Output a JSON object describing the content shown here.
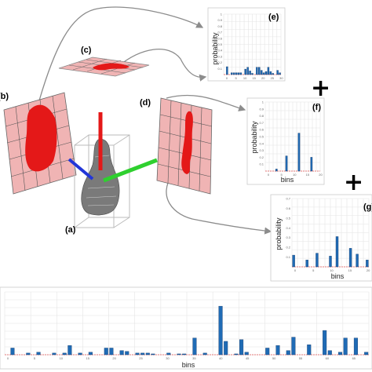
{
  "labels": {
    "a": "(a)",
    "b": "(b)",
    "c": "(c)",
    "d": "(d)",
    "e": "(e)",
    "f": "(f)",
    "g": "(g)"
  },
  "operators": [
    "+",
    "+"
  ],
  "colors": {
    "projection_plane": "#f0b4b4",
    "projection_grid": "#555555",
    "point_cloud": "#e41818",
    "axis_red": "#e41818",
    "axis_green": "#2fd02f",
    "axis_blue": "#2236d8",
    "bar_fill": "#1f6bb5",
    "bar_edge": "#1a3f70",
    "arrow": "#8c8c8c",
    "grid": "#e4e4e4"
  },
  "histograms": {
    "e": {
      "ylabel": "probability",
      "xticks": [
        "0",
        "5",
        "10",
        "15",
        "20",
        "25",
        "30"
      ],
      "yticks": [
        "0.1",
        "0.2",
        "0.3",
        "0.4",
        "0.5",
        "0.6",
        "0.7",
        "0.8",
        "0.9",
        "1"
      ],
      "values": [
        0,
        0.13,
        0,
        0.03,
        0.03,
        0.03,
        0.03,
        0.03,
        0,
        0.09,
        0.12,
        0.06,
        0.02,
        0,
        0.12,
        0.12,
        0.07,
        0.03,
        0.05,
        0.12,
        0.05,
        0.02,
        0,
        0.07,
        0.03
      ]
    },
    "f": {
      "xlabel": "bins",
      "ylabel": "probability",
      "xticks": [
        "0",
        "5",
        "10",
        "15",
        "20"
      ],
      "yticks": [
        "0.1",
        "0.2",
        "0.3",
        "0.4",
        "0.5",
        "0.6",
        "0.7",
        "0.8",
        "0.9",
        "1"
      ],
      "values": [
        0,
        0,
        0,
        0,
        0.03,
        0,
        0,
        0,
        0.22,
        0,
        0,
        0,
        0,
        0.55,
        0,
        0,
        0,
        0,
        0.2,
        0,
        0,
        0
      ]
    },
    "g": {
      "xlabel": "bins",
      "ylabel": "probability",
      "xticks": [
        "0",
        "5",
        "10",
        "15",
        "20"
      ],
      "yticks": [
        "0.1",
        "0.2",
        "0.3",
        "0.4",
        "0.5",
        "0.6",
        "0.7"
      ],
      "values": [
        0.12,
        0,
        0,
        0,
        0.07,
        0,
        0,
        0.14,
        0,
        0,
        0,
        0.11,
        0,
        0.31,
        0,
        0,
        0,
        0.19,
        0,
        0.13,
        0,
        0,
        0.07
      ]
    },
    "bottom": {
      "xlabel": "bins",
      "xticks": [
        "0",
        "5",
        "10",
        "15",
        "20",
        "25",
        "30",
        "35",
        "40",
        "45",
        "50",
        "55",
        "60",
        "65"
      ],
      "values": [
        0,
        0.08,
        0,
        0,
        0.02,
        0,
        0.03,
        0,
        0,
        0.02,
        0,
        0.02,
        0.11,
        0,
        0.02,
        0,
        0.03,
        0,
        0,
        0.08,
        0.08,
        0,
        0.05,
        0.04,
        0,
        0.02,
        0.02,
        0.02,
        0.01,
        0,
        0,
        0.02,
        0,
        0.01,
        0.01,
        0,
        0.2,
        0,
        0.02,
        0,
        0,
        0.58,
        0.16,
        0,
        0.01,
        0.18,
        0.03,
        0,
        0,
        0,
        0.08,
        0,
        0.11,
        0,
        0.05,
        0.21,
        0,
        0,
        0.12,
        0,
        0,
        0.29,
        0.05,
        0,
        0.03,
        0.2,
        0,
        0.2,
        0,
        0.03
      ]
    }
  }
}
